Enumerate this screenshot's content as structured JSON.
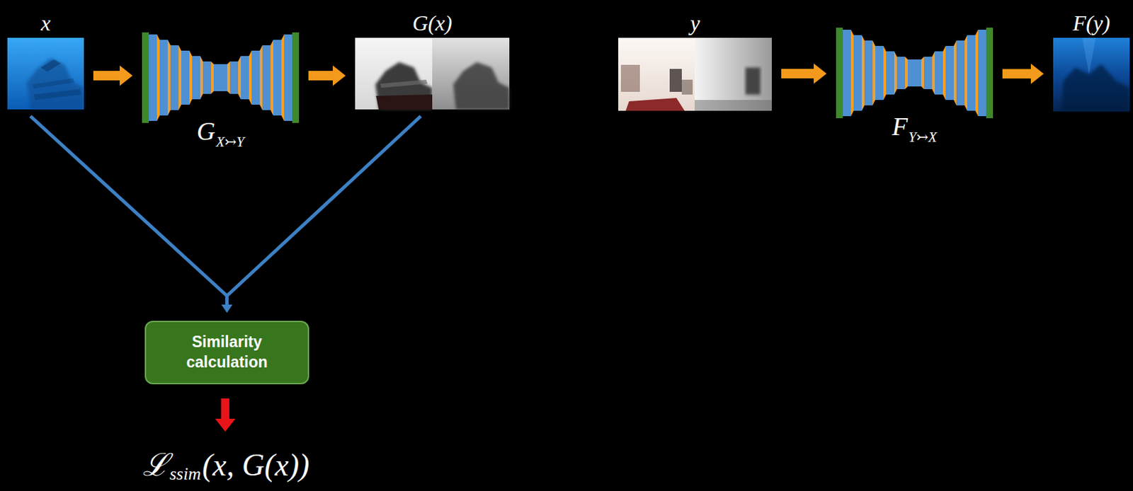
{
  "diagram": {
    "nodes": [
      {
        "text": [
          "x"
        ]
      },
      {
        "text": [
          "G",
          "X↣Y"
        ]
      },
      {
        "text": [
          "G(x)"
        ]
      },
      {
        "text": [
          "y"
        ]
      },
      {
        "text": [
          "F",
          "Y↣X"
        ]
      },
      {
        "text": [
          "F(y)"
        ]
      },
      {
        "text": [
          "Similarity calculation"
        ]
      }
    ],
    "edges": [
      {
        "from": 0,
        "to": 1,
        "arrow": "to"
      },
      {
        "from": 1,
        "to": 2,
        "arrow": "to"
      },
      {
        "from": 3,
        "to": 4,
        "arrow": "to"
      },
      {
        "from": 4,
        "to": 5,
        "arrow": "to"
      },
      {
        "from": 0,
        "to": 6,
        "arrow": "to"
      },
      {
        "from": 2,
        "to": 6,
        "arrow": "to"
      }
    ],
    "labels": [
      "ℒ",
      "ssim",
      "(x, G(x))"
    ]
  }
}
